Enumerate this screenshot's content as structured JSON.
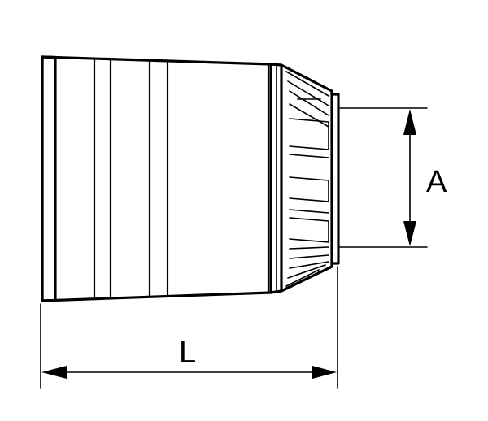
{
  "diagram": {
    "dimensions": [
      {
        "id": "A",
        "label": "A"
      },
      {
        "id": "L",
        "label": "L"
      }
    ]
  }
}
